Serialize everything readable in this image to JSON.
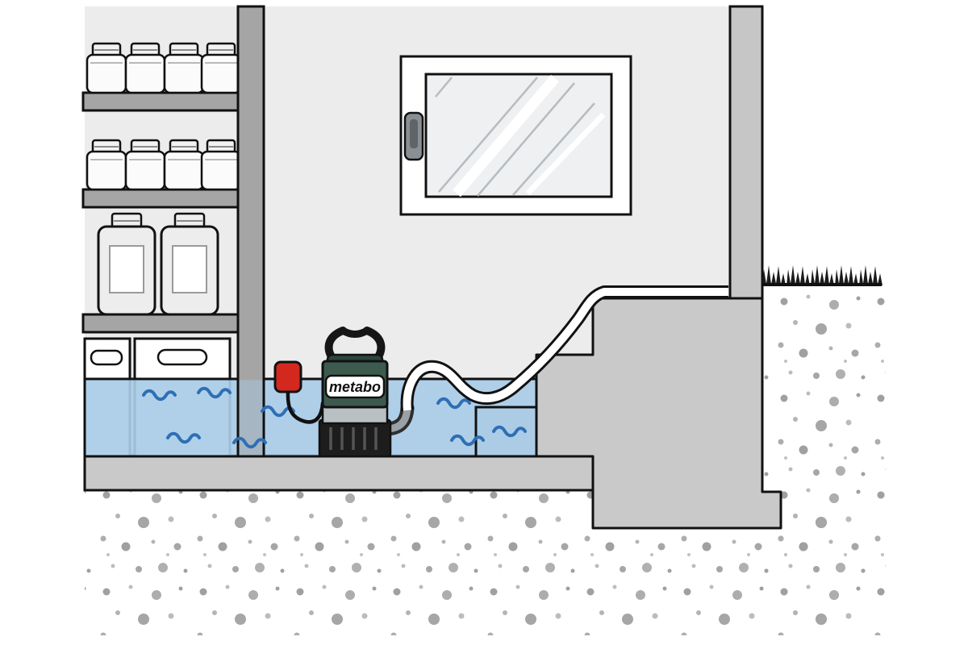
{
  "pump": {
    "brand": "metabo"
  },
  "colors": {
    "outline": "#111111",
    "interior_wall": "#ececec",
    "concrete": "#c9c9c9",
    "shelf_gray": "#a5a5a5",
    "water_blue": "#a9cce8",
    "wave_blue": "#2e6fb5",
    "pump_green": "#3c5a4d",
    "pump_base_black": "#1d1d1d",
    "float_switch_red": "#d2281e",
    "hose_white": "#ffffff",
    "soil_dot_gray": "#a6a6a6",
    "grass_dark": "#1c1c1c"
  },
  "scene_elements": [
    "storage shelf with jars",
    "basement window",
    "washing machines",
    "flood water with waves",
    "submersible drainage pump",
    "red float switch",
    "drain hose over stairs",
    "basement stairs and foundation",
    "exterior wall with grass",
    "stippled soil ground"
  ]
}
